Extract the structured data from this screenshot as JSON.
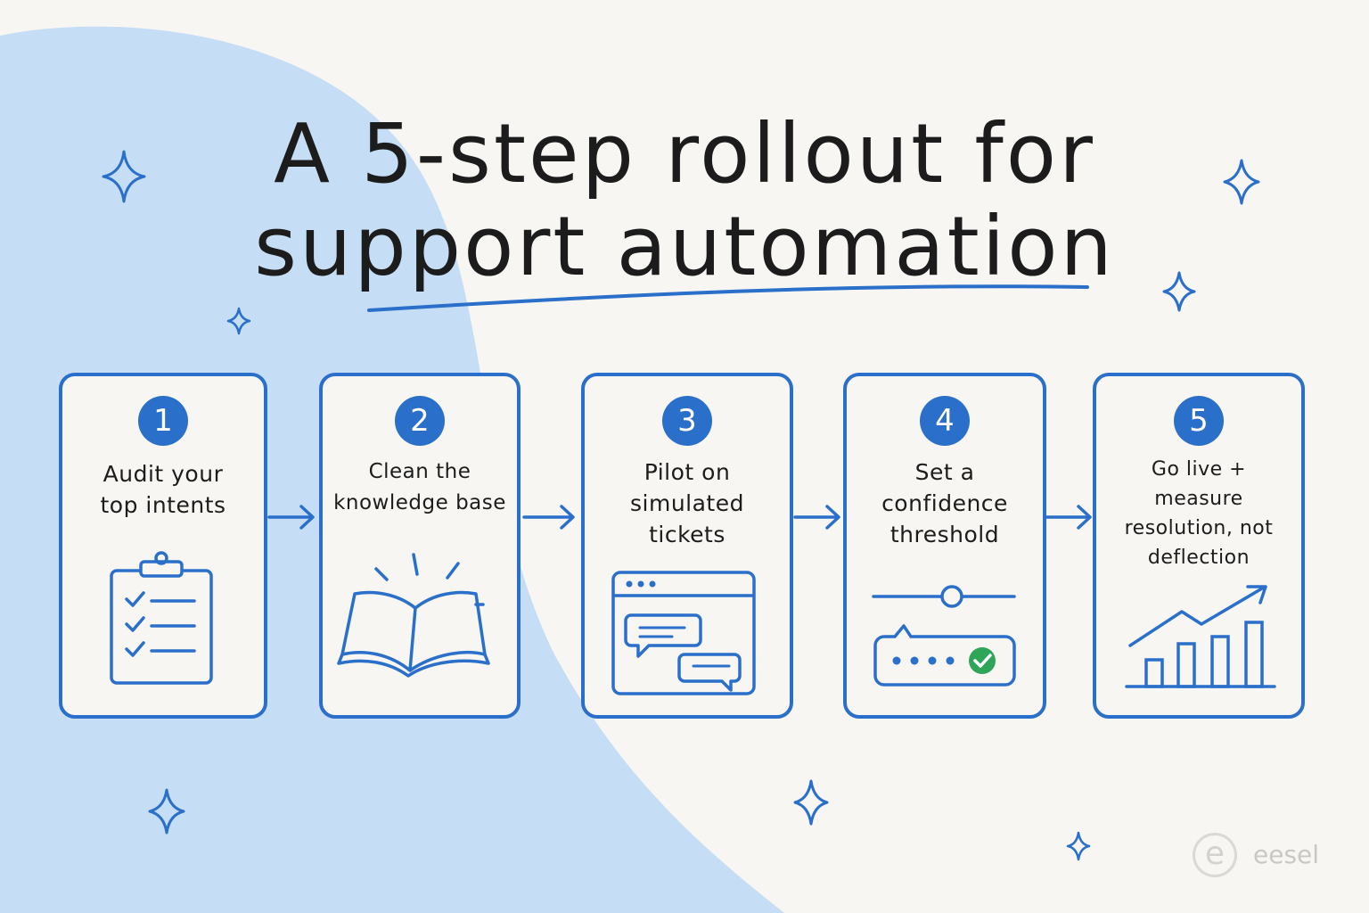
{
  "title": {
    "line1": "A 5-step rollout for",
    "line2": "support automation"
  },
  "steps": [
    {
      "number": "1",
      "label": "Audit your top intents",
      "icon": "clipboard-checklist-icon"
    },
    {
      "number": "2",
      "label": "Clean the knowledge base",
      "icon": "open-book-icon"
    },
    {
      "number": "3",
      "label": "Pilot on simulated tickets",
      "icon": "chat-window-icon"
    },
    {
      "number": "4",
      "label": "Set a confidence threshold",
      "icon": "threshold-slider-icon"
    },
    {
      "number": "5",
      "label": "Go live + measure resolution, not deflection",
      "icon": "growth-chart-icon"
    }
  ],
  "brand": {
    "mark": "e",
    "name": "eesel"
  },
  "colors": {
    "accent": "#2a6fc9",
    "background": "#f7f6f2",
    "blob": "#c5ddf5",
    "check": "#2fa55a",
    "text": "#1c1c1c"
  }
}
